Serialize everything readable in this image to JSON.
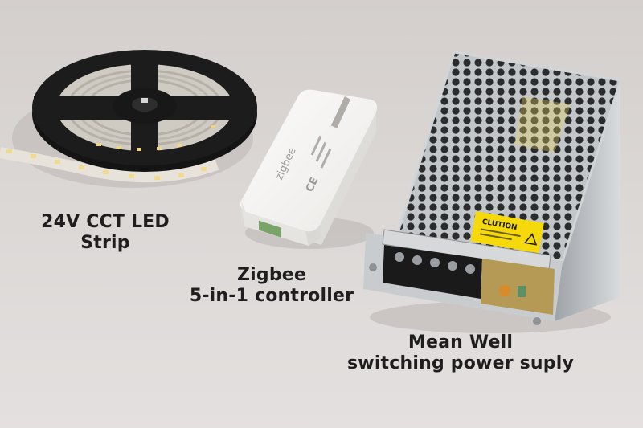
{
  "labels": {
    "led_strip": {
      "line1": "24V CCT LED",
      "line2": "Strip"
    },
    "controller": {
      "line1": "Zigbee",
      "line2": "5-in-1 controller"
    },
    "power_supply": {
      "line1": "Mean Well",
      "line2": "switching power suply"
    }
  },
  "product_markings": {
    "controller_brand": "zigbee",
    "controller_cert": "CE",
    "psu_warning": "CLUTION"
  },
  "colors": {
    "background": "#d8d4d2",
    "text": "#1f1d1d",
    "reel": "#141414",
    "controller_body": "#f3f2f0",
    "psu_body": "#b8bcc0",
    "warning_label": "#f5d90a",
    "terminal_block": "#1a1a1a"
  }
}
